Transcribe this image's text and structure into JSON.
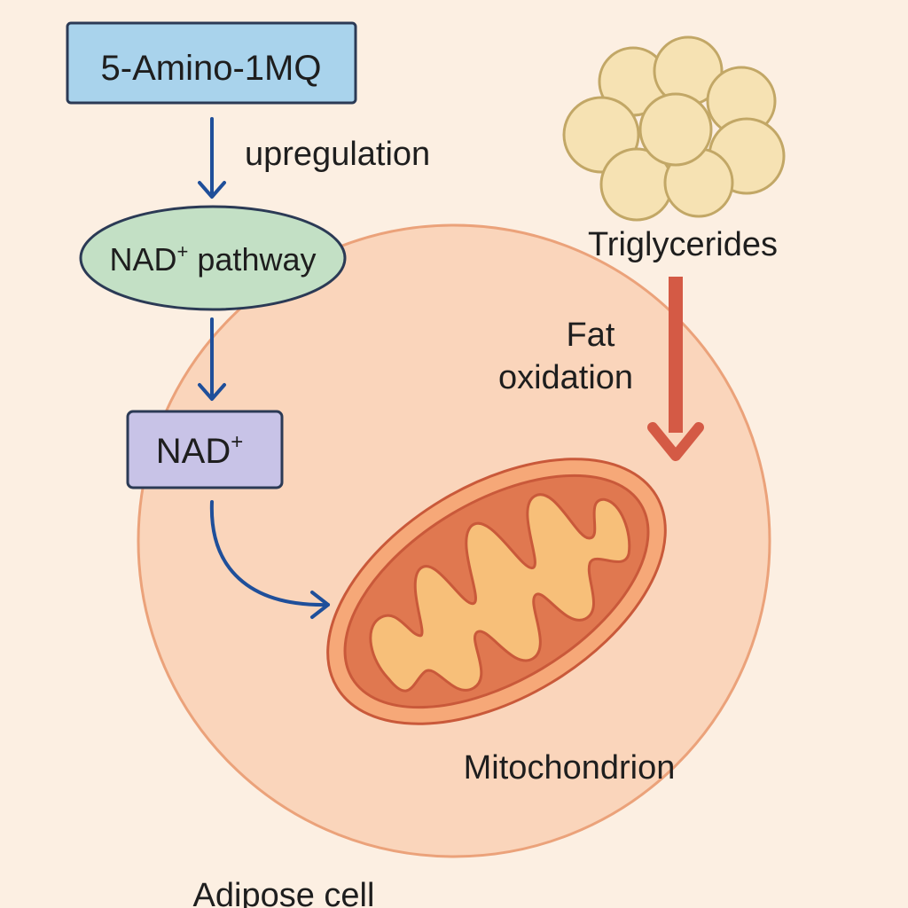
{
  "diagram": {
    "nodes": {
      "compound": {
        "label": "5-Amino-1MQ",
        "color": "#a9d3ec"
      },
      "pathway": {
        "label_main": "NAD",
        "label_sup": "+",
        "label_rest": " pathway",
        "color": "#c3e0c5"
      },
      "nad": {
        "label_main": "NAD",
        "label_sup": "+",
        "color": "#c8c3e7"
      },
      "triglycerides": {
        "label": "Triglycerides",
        "color": "#f6e2b3"
      },
      "mitochondrion": {
        "label": "Mitochondrion",
        "color": "#e07850"
      },
      "cell": {
        "label": "Adipose cell",
        "color": "#fad5bb"
      }
    },
    "edges": {
      "upregulation": {
        "label": "upregulation",
        "color": "#1f4f9a"
      },
      "pathway_to_nad": {
        "label": "",
        "color": "#1f4f9a"
      },
      "nad_to_mito": {
        "label": "",
        "color": "#1f4f9a"
      },
      "fat_oxidation": {
        "label_line1": "Fat",
        "label_line2": "oxidation",
        "color": "#d45a45"
      }
    }
  }
}
